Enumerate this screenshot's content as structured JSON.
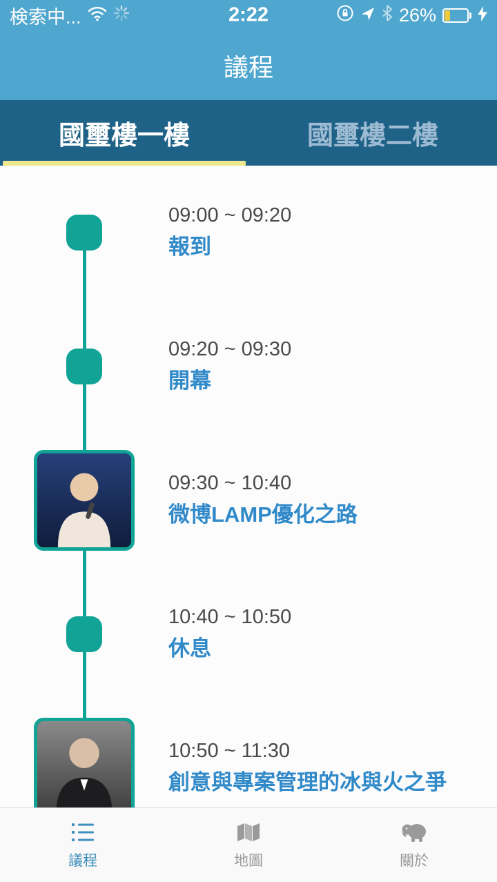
{
  "status_bar": {
    "carrier": "検索中...",
    "time": "2:22",
    "battery_percent": "26%"
  },
  "nav": {
    "title": "議程"
  },
  "tabs": [
    {
      "label": "國璽樓一樓",
      "active": true
    },
    {
      "label": "國璽樓二樓",
      "active": false
    }
  ],
  "schedule": {
    "items": [
      {
        "time": "09:00 ~ 09:20",
        "title": "報到",
        "marker": "node"
      },
      {
        "time": "09:20 ~ 09:30",
        "title": "開幕",
        "marker": "node"
      },
      {
        "time": "09:30 ~ 10:40",
        "title": "微博LAMP優化之路",
        "marker": "photo"
      },
      {
        "time": "10:40 ~ 10:50",
        "title": "休息",
        "marker": "node"
      },
      {
        "time": "10:50 ~ 11:30",
        "title": "創意與專案管理的冰與火之爭",
        "marker": "photo"
      }
    ]
  },
  "tab_bar": {
    "items": [
      {
        "label": "議程",
        "icon": "agenda-list-icon",
        "active": true
      },
      {
        "label": "地圖",
        "icon": "map-icon",
        "active": false
      },
      {
        "label": "關於",
        "icon": "elephant-icon",
        "active": false
      }
    ]
  },
  "colors": {
    "header_blue": "#4FA6CE",
    "tabs_dark_blue": "#1F6287",
    "active_tab_underline": "#EDE88C",
    "timeline_teal": "#10A396",
    "session_title_blue": "#3089C8",
    "battery_yellow": "#F2C83C",
    "active_bottom_item": "#3D8EBE"
  }
}
